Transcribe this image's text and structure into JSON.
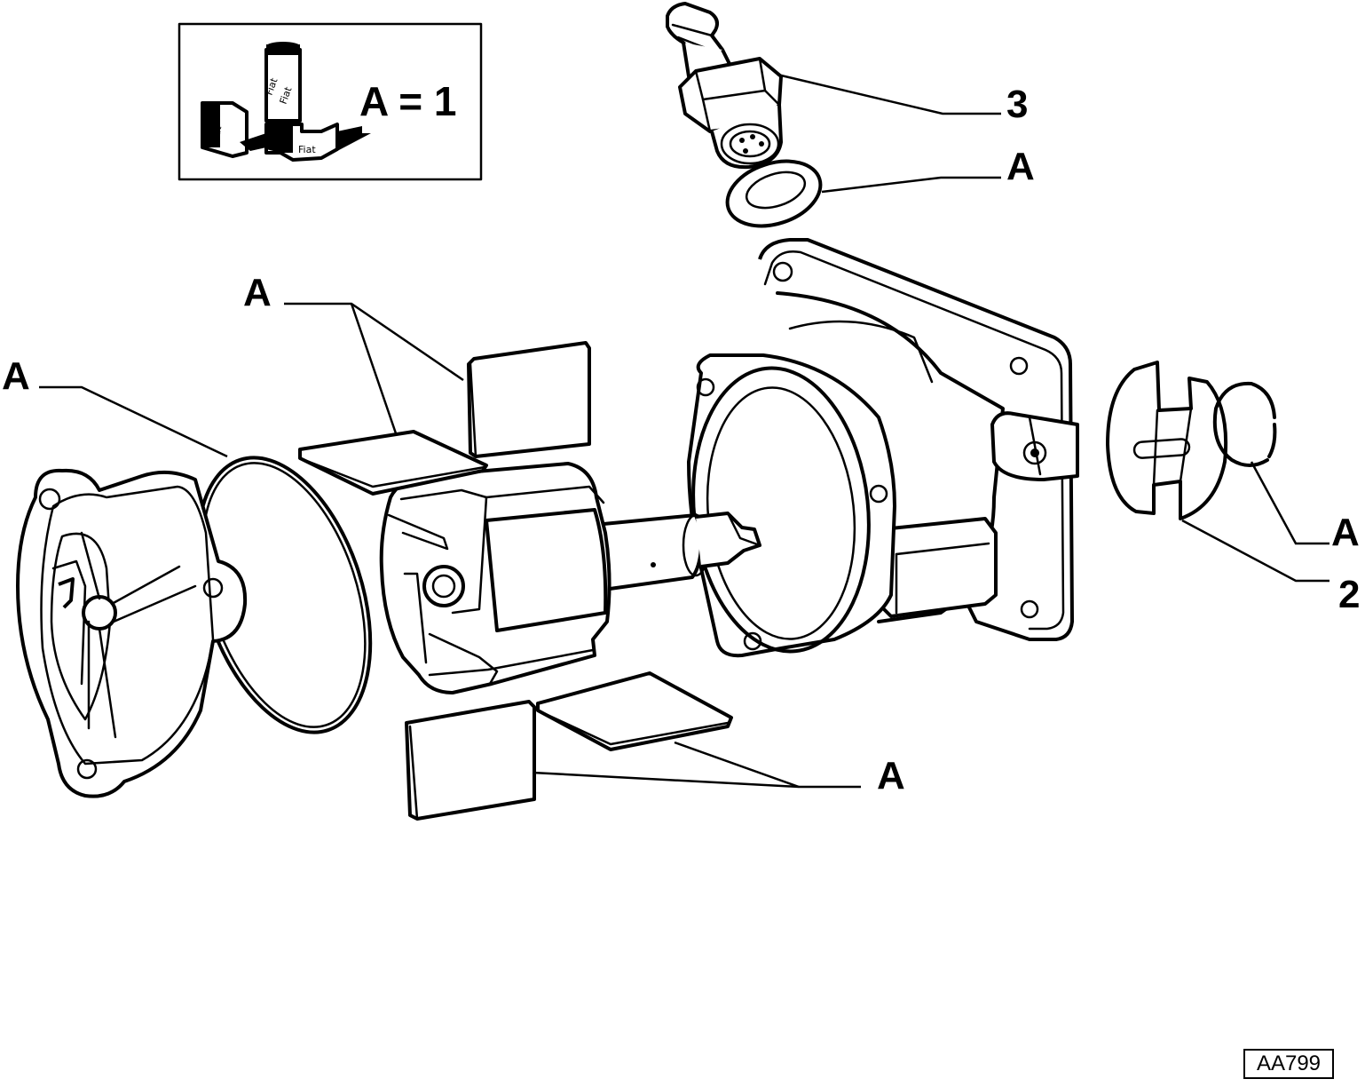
{
  "legend": {
    "equation": "A = 1",
    "tube_text": "Fiat",
    "tube_text_2": "Fiat"
  },
  "labels": {
    "part_3": "3",
    "seal_washer": "A",
    "upper_vanes": "A",
    "cover_oring": "A",
    "right_oring": "A",
    "part_2": "2",
    "lower_vanes": "A"
  },
  "drawing_code": "AA799"
}
